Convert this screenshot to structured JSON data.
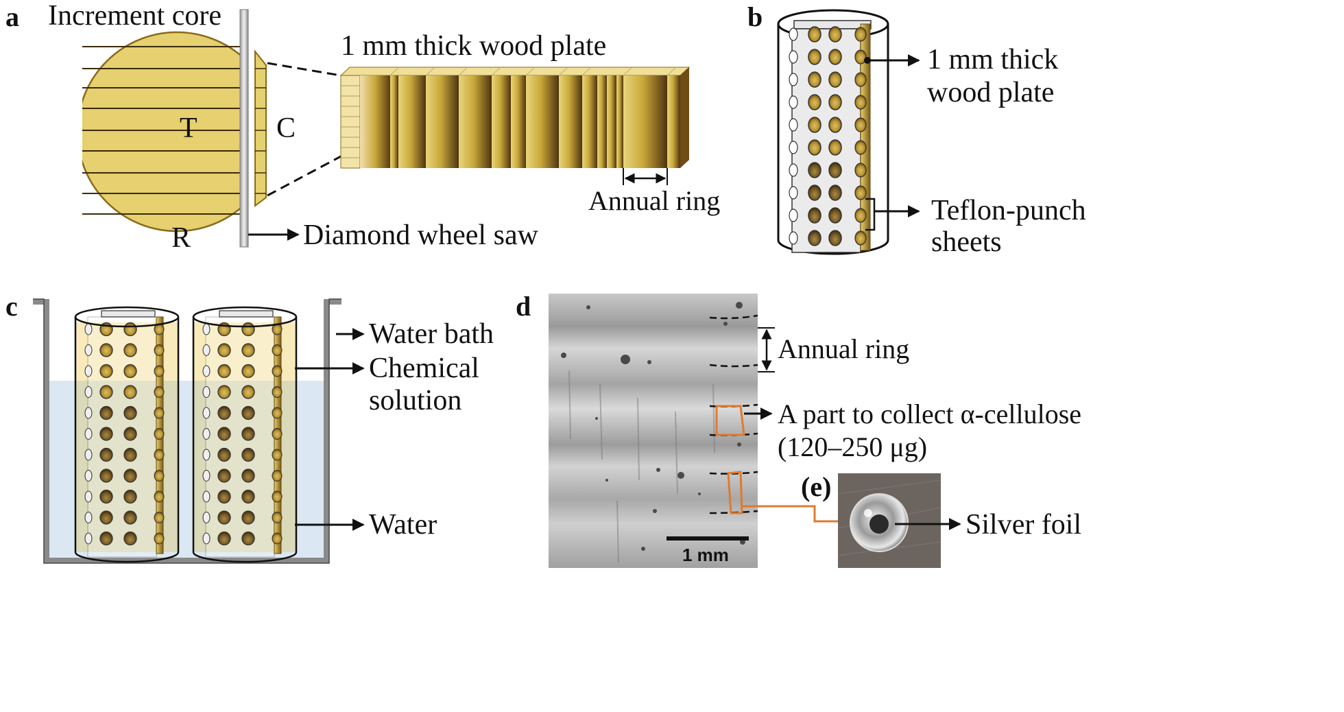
{
  "panels": {
    "a": "a",
    "b": "b",
    "c": "c",
    "d": "d",
    "e": "(e)"
  },
  "panel_a": {
    "core_title": "Increment core",
    "label_t": "T",
    "label_c": "C",
    "label_r": "R",
    "plate_title": "1 mm thick wood plate",
    "annual_ring": "Annual ring",
    "saw": "Diamond wheel saw"
  },
  "panel_b": {
    "plate_line1": "1 mm thick",
    "plate_line2": "wood plate",
    "sheet_line1": "Teflon-punch",
    "sheet_line2": "sheets"
  },
  "panel_c": {
    "water_bath": "Water bath",
    "chem_line1": "Chemical",
    "chem_line2": "solution",
    "water": "Water"
  },
  "panel_d": {
    "annual_ring": "Annual ring",
    "collect_line1": "A part to collect α-cellulose",
    "collect_line2": "(120–250 μg)",
    "scale_bar": "1 mm",
    "silver_foil": "Silver foil"
  },
  "colors": {
    "wood_light": "#e6d06f",
    "wood_dark": "#5a3c10",
    "wood_outline": "#8a6a1a",
    "highlight_orange": "#e07a2e",
    "water_blue": "#dbe8f3",
    "solution_yellow": "#f8e6b0",
    "saw_gray": "#8c8c8c"
  }
}
